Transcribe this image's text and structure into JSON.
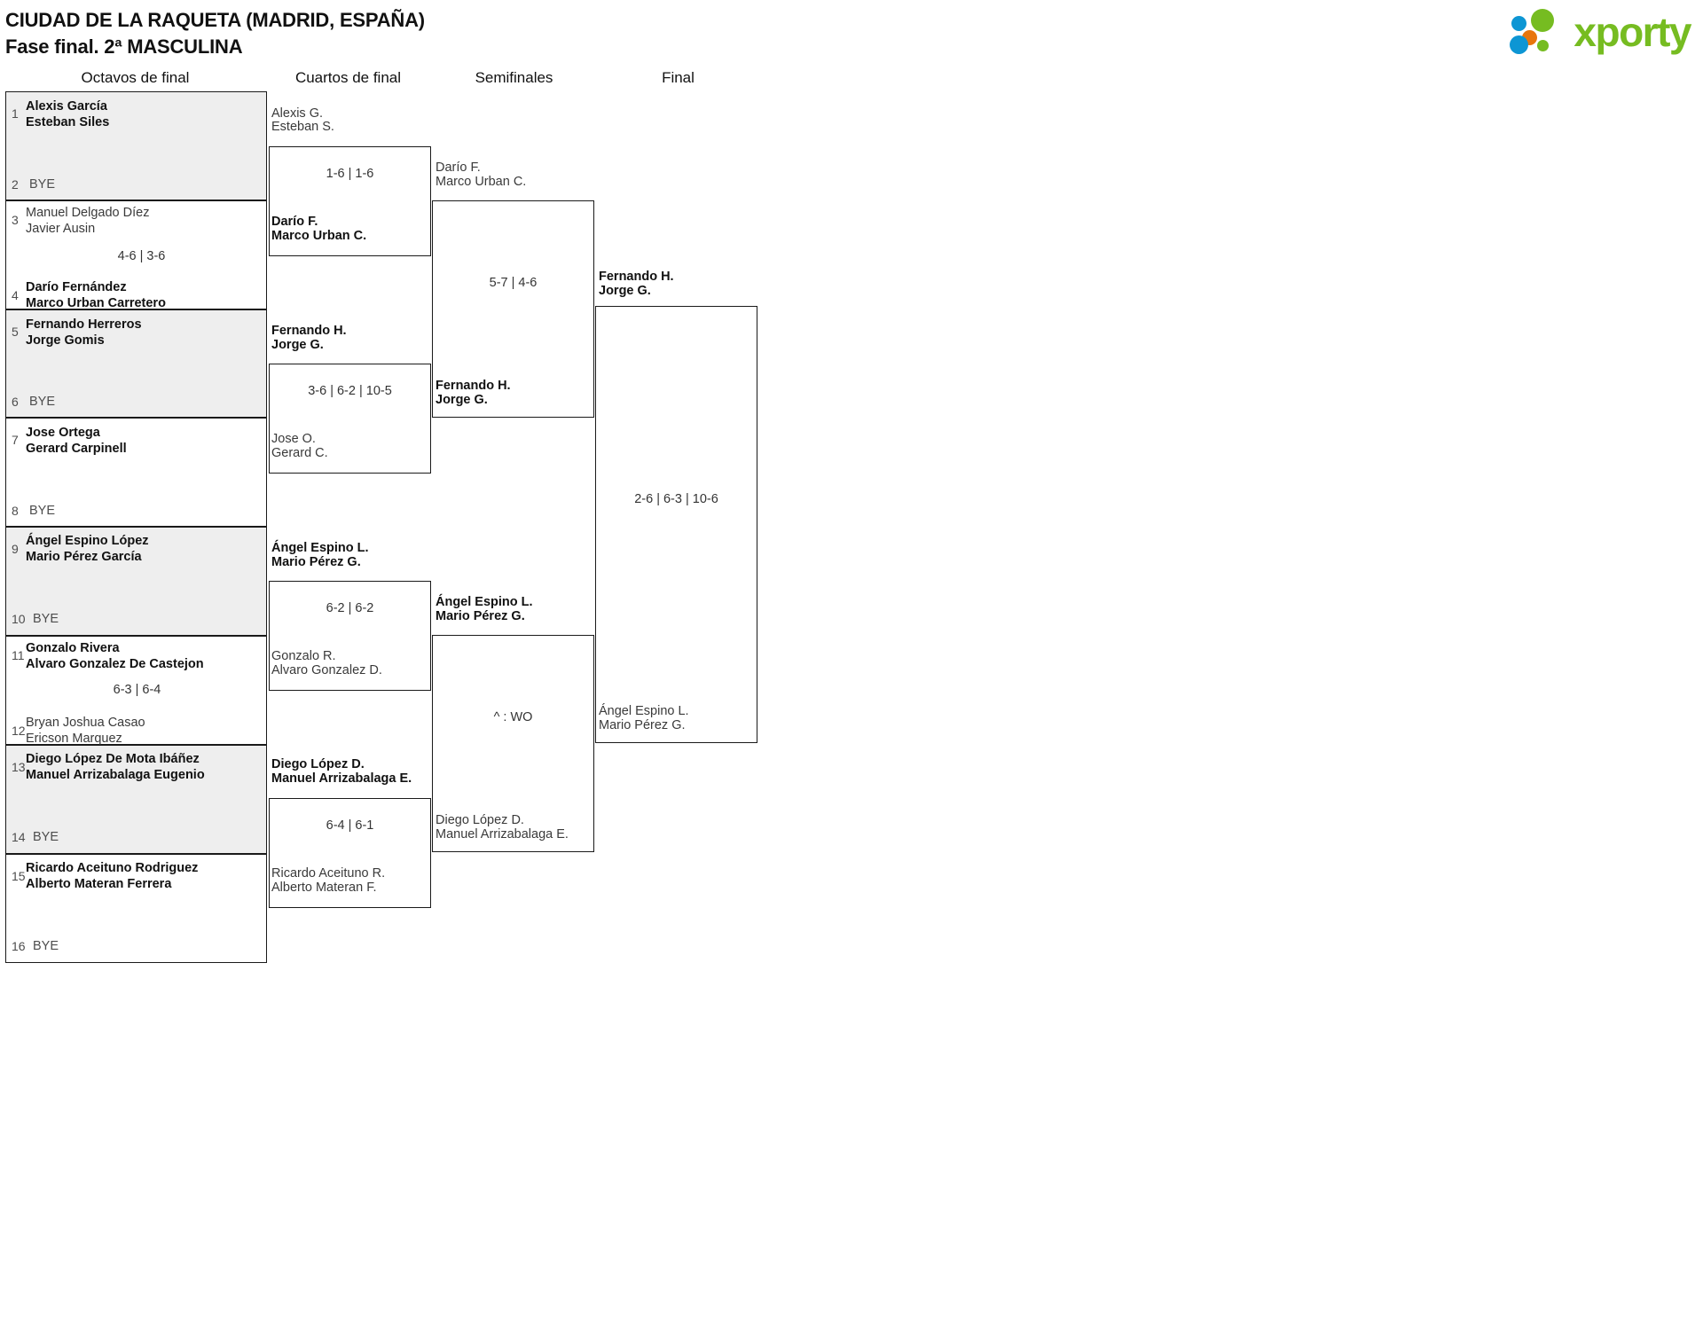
{
  "header": {
    "title_line1": "CIUDAD DE LA RAQUETA (MADRID, ESPAÑA)",
    "title_line2": "Fase final. 2ª MASCULINA"
  },
  "brand": {
    "name": "xporty",
    "green": "#76bc21",
    "blue": "#0d96d4",
    "orange": "#e8760c"
  },
  "rounds": [
    {
      "label": "Octavos de final"
    },
    {
      "label": "Cuartos de final"
    },
    {
      "label": "Semifinales"
    },
    {
      "label": "Final"
    }
  ],
  "round1": {
    "slots": [
      {
        "seed": "1",
        "line1": "Alexis García",
        "line2": "Esteban Siles",
        "result": "win",
        "shaded": true
      },
      {
        "seed": "2",
        "bye": "BYE",
        "result": "bye",
        "shaded": true
      },
      {
        "seed": "3",
        "line1": "Manuel Delgado Díez",
        "line2": "Javier Ausin",
        "result": "lose",
        "shaded": false
      },
      {
        "seed": "4",
        "line1": "Darío Fernández",
        "line2": "Marco Urban Carretero",
        "result": "win",
        "shaded": false
      },
      {
        "seed": "5",
        "line1": "Fernando Herreros",
        "line2": "Jorge Gomis",
        "result": "win",
        "shaded": true
      },
      {
        "seed": "6",
        "bye": "BYE",
        "result": "bye",
        "shaded": true
      },
      {
        "seed": "7",
        "line1": "Jose Ortega",
        "line2": "Gerard Carpinell",
        "result": "win",
        "shaded": false
      },
      {
        "seed": "8",
        "bye": "BYE",
        "result": "bye",
        "shaded": false
      },
      {
        "seed": "9",
        "line1": "Ángel Espino López",
        "line2": "Mario Pérez García",
        "result": "win",
        "shaded": true
      },
      {
        "seed": "10",
        "bye": "BYE",
        "result": "bye",
        "shaded": true
      },
      {
        "seed": "11",
        "line1": "Gonzalo Rivera",
        "line2": "Alvaro Gonzalez De Castejon",
        "result": "win",
        "shaded": false
      },
      {
        "seed": "12",
        "line1": "Bryan Joshua Casao",
        "line2": "Ericson Marquez",
        "result": "lose",
        "shaded": false
      },
      {
        "seed": "13",
        "line1": "Diego López De Mota Ibáñez",
        "line2": "Manuel Arrizabalaga Eugenio",
        "result": "win",
        "shaded": true
      },
      {
        "seed": "14",
        "bye": "BYE",
        "result": "bye",
        "shaded": true
      },
      {
        "seed": "15",
        "line1": "Ricardo Aceituno Rodriguez",
        "line2": "Alberto Materan Ferrera",
        "result": "win",
        "shaded": false
      },
      {
        "seed": "16",
        "bye": "BYE",
        "result": "bye",
        "shaded": false
      }
    ],
    "scores": [
      {
        "text": "4-6 | 3-6"
      },
      {
        "text": "6-3 | 6-4"
      }
    ]
  },
  "round2": {
    "matches": [
      {
        "score": "1-6 | 1-6",
        "top": {
          "line1": "Alexis G.",
          "line2": "Esteban S.",
          "result": "lose"
        },
        "bottom": {
          "line1": "Darío F.",
          "line2": "Marco Urban C.",
          "result": "win"
        }
      },
      {
        "score": "3-6 | 6-2 | 10-5",
        "top": {
          "line1": "Fernando H.",
          "line2": "Jorge G.",
          "result": "win"
        },
        "bottom": {
          "line1": "Jose O.",
          "line2": "Gerard C.",
          "result": "lose"
        }
      },
      {
        "score": "6-2 | 6-2",
        "top": {
          "line1": "Ángel Espino L.",
          "line2": "Mario Pérez G.",
          "result": "win"
        },
        "bottom": {
          "line1": "Gonzalo R.",
          "line2": "Alvaro Gonzalez D.",
          "result": "lose"
        }
      },
      {
        "score": "6-4 | 6-1",
        "top": {
          "line1": "Diego López D.",
          "line2": "Manuel Arrizabalaga E.",
          "result": "win"
        },
        "bottom": {
          "line1": "Ricardo Aceituno R.",
          "line2": "Alberto Materan F.",
          "result": "lose"
        }
      }
    ]
  },
  "round3": {
    "matches": [
      {
        "score": "5-7 | 4-6",
        "top": {
          "line1": "Darío F.",
          "line2": "Marco Urban C.",
          "result": "lose"
        },
        "bottom": {
          "line1": "Fernando H.",
          "line2": "Jorge G.",
          "result": "win"
        }
      },
      {
        "score": "^ : WO",
        "top": {
          "line1": "Ángel Espino L.",
          "line2": "Mario Pérez G.",
          "result": "win"
        },
        "bottom": {
          "line1": "Diego López D.",
          "line2": "Manuel Arrizabalaga E.",
          "result": "lose"
        }
      }
    ]
  },
  "round4": {
    "matches": [
      {
        "score": "2-6 | 6-3 | 10-6",
        "top": {
          "line1": "Fernando H.",
          "line2": "Jorge G.",
          "result": "win"
        },
        "bottom": {
          "line1": "Ángel Espino L.",
          "line2": "Mario Pérez G.",
          "result": "lose"
        }
      }
    ]
  }
}
